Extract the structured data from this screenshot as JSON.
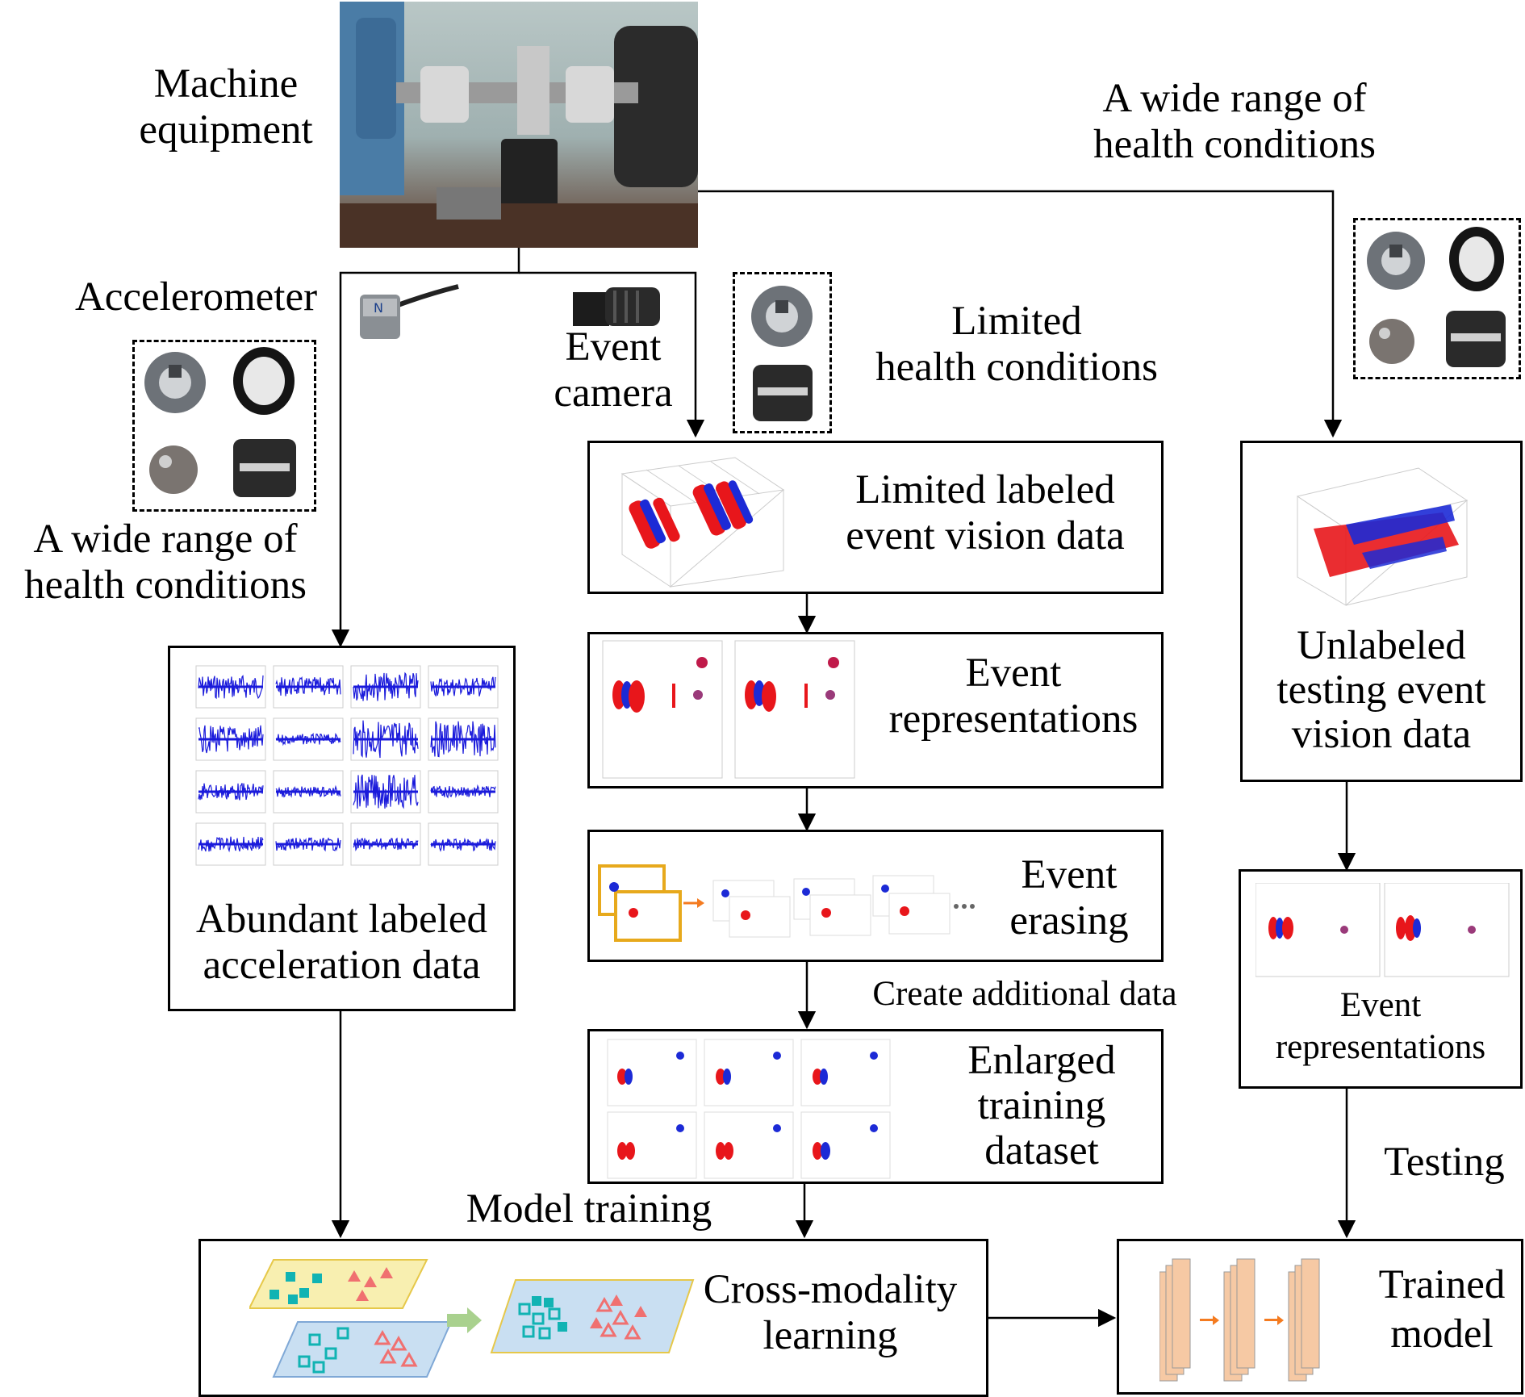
{
  "labels": {
    "machine": "Machine\nequipment",
    "accelerometer": "Accelerometer",
    "event_camera": "Event\ncamera",
    "wide_range_top": "A wide range of\nhealth conditions",
    "wide_range_left": "A wide range of\nhealth conditions",
    "limited_health": "Limited\nhealth conditions",
    "create_data": "Create additional data",
    "model_training": "Model training",
    "testing": "Testing"
  },
  "boxes": {
    "abundant": "Abundant labeled\nacceleration data",
    "limited_labeled": "Limited labeled\nevent vision data",
    "event_repr": "Event\nrepresentations",
    "event_erasing": "Event\nerasing",
    "enlarged": "Enlarged\ntraining\ndataset",
    "cross_modality": "Cross-modality\nlearning",
    "unlabeled": "Unlabeled\ntesting event\nvision data",
    "event_repr_right": "Event\nrepresentations",
    "trained_model": "Trained\nmodel"
  },
  "colors": {
    "signal": "#1a1adb",
    "event_red": "#e8161b",
    "event_blue": "#1c2ad6",
    "cyan": "#11b3b3",
    "salmon": "#f07070",
    "yellow_plane": "#f8efb0",
    "blue_plane": "#c9dff2",
    "orange": "#f47b20",
    "layer": "#f6c9a4"
  },
  "icons": [
    "machine-photo",
    "accelerometer-icon",
    "event-camera-icon",
    "bearing-part-icon"
  ]
}
